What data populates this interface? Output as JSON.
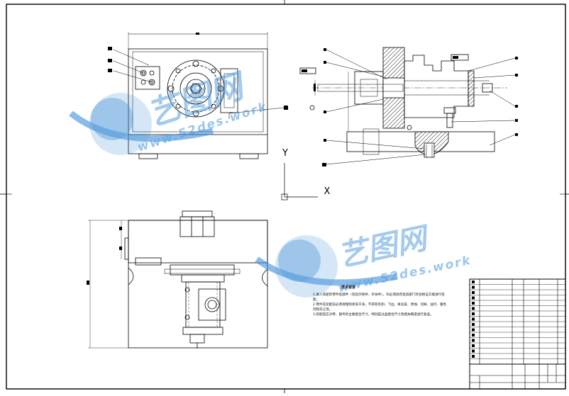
{
  "drawing": {
    "views": [
      "front-view",
      "side-section-view",
      "top-view"
    ],
    "watermark": {
      "chinese": "艺图网",
      "url": "www.52des.work"
    },
    "ucs": {
      "y_label": "Y",
      "x_label": "X"
    },
    "colors": {
      "line": "#000000",
      "paper": "#ffffff",
      "watermark": "#3d8fd8"
    }
  },
  "technical_requirements": {
    "title": "技术要求",
    "items": [
      "1.进入装配的零件及部件（包括外购件、外协件），均必须具有检验部门的合格证方能进行装配。",
      "2.零件在装配前必须清理和清洗干净，不得有毛刺、飞边、氧化皮、锈蚀、切屑、油污、着色剂和灰尘等。",
      "3.装配前应对零、部件的主要配合尺寸，特别是过盈配合尺寸及相关精度进行复查。"
    ]
  }
}
